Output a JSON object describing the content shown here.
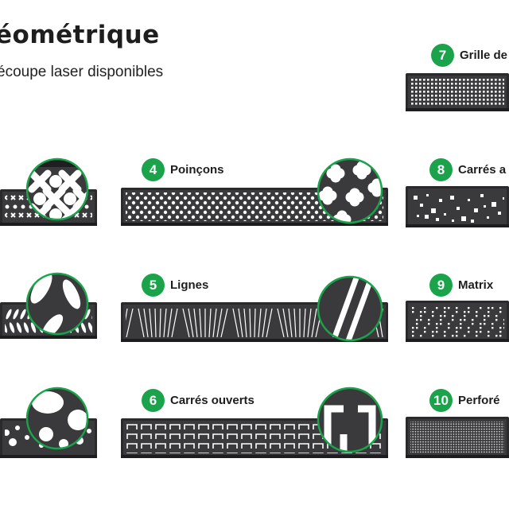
{
  "header": {
    "title": "éométrique",
    "subtitle": "écoupe laser disponibles"
  },
  "patterns": [
    {
      "number": "7",
      "name": "Grille de"
    },
    {
      "number": "4",
      "name": "Poinçons"
    },
    {
      "number": "8",
      "name": "Carrés a"
    },
    {
      "number": "5",
      "name": "Lignes"
    },
    {
      "number": "9",
      "name": "Matrix"
    },
    {
      "number": "6",
      "name": "Carrés ouverts"
    },
    {
      "number": "10",
      "name": "Perforé"
    }
  ],
  "colors": {
    "badge": "#1aa34a",
    "grate": "#3a3a3c",
    "frame": "#2a2a2c",
    "hole": "#ffffff",
    "zoom_ring": "#1aa34a"
  }
}
